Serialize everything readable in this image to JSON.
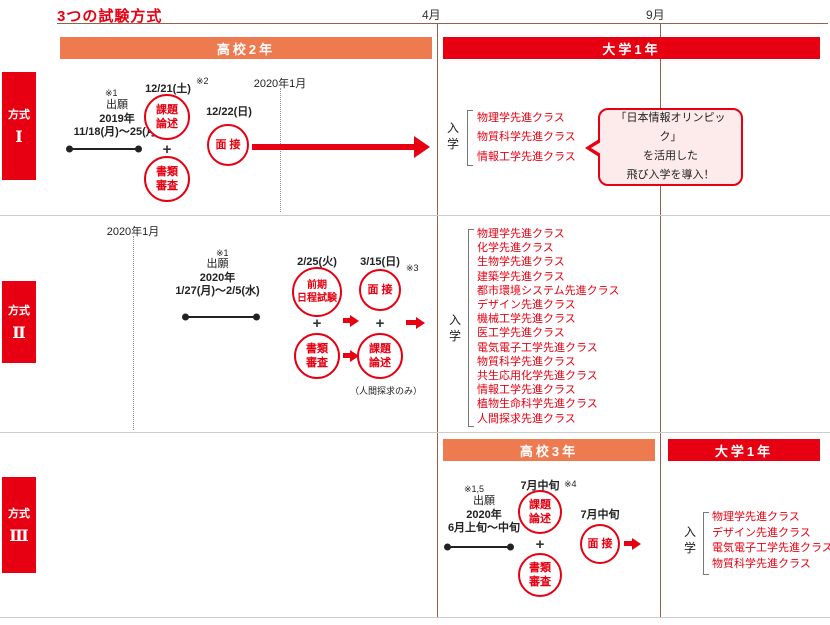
{
  "title": "3つの試験方式",
  "months": {
    "april": "4月",
    "september": "9月"
  },
  "bars": {
    "highschool2": "高校2年",
    "university1_top": "大学1年",
    "highschool3": "高校3年",
    "university1_bottom": "大学1年"
  },
  "colors": {
    "red": "#e60012",
    "orange": "#ee7a50",
    "callout_bg": "#fdeaea"
  },
  "method1": {
    "label": "方式",
    "numeral": "Ⅰ",
    "apply_note": "※1",
    "apply_label": "出願",
    "apply_year": "2019年",
    "apply_dates": "11/18(月)〜25(月)",
    "step1_date": "12/21(土)",
    "step1_note": "※2",
    "step1_circle": "課題\n論述",
    "plus": "+",
    "step2_circle": "書類\n審査",
    "step3_date": "12/22(日)",
    "step3_circle": "面 接",
    "jan_label": "2020年1月",
    "enroll": "入\n学",
    "classes": [
      "物理学先進クラス",
      "物質科学先進クラス",
      "情報工学先進クラス"
    ],
    "callout": "「日本情報オリンピック」\nを活用した\n飛び入学を導入！"
  },
  "method2": {
    "label": "方式",
    "numeral": "Ⅱ",
    "jan_label": "2020年1月",
    "apply_note": "※1",
    "apply_label": "出願",
    "apply_year": "2020年",
    "apply_dates": "1/27(月)〜2/5(水)",
    "step1_date": "2/25(火)",
    "step1_circle": "前期\n日程試験",
    "plus": "+",
    "step2_circle": "書類\n審査",
    "step3_date": "3/15(日)",
    "step3_note": "※3",
    "step3_circle": "面 接",
    "step4_circle": "課題\n論述",
    "step4_note": "（人間探求のみ）",
    "enroll": "入\n学",
    "classes": [
      "物理学先進クラス",
      "化学先進クラス",
      "生物学先進クラス",
      "建築学先進クラス",
      "都市環境システム先進クラス",
      "デザイン先進クラス",
      "機械工学先進クラス",
      "医工学先進クラス",
      "電気電子工学先進クラス",
      "物質科学先進クラス",
      "共生応用化学先進クラス",
      "情報工学先進クラス",
      "植物生命科学先進クラス",
      "人間探求先進クラス"
    ]
  },
  "method3": {
    "label": "方式",
    "numeral": "Ⅲ",
    "apply_note": "※1,5",
    "apply_label": "出願",
    "apply_year": "2020年",
    "apply_dates": "6月上旬〜中旬",
    "step1_date": "7月中旬",
    "step1_note": "※4",
    "step1_circle": "課題\n論述",
    "plus": "+",
    "step2_circle": "書類\n審査",
    "step3_date": "7月中旬",
    "step3_circle": "面 接",
    "enroll": "入\n学",
    "classes": [
      "物理学先進クラス",
      "デザイン先進クラス",
      "電気電子工学先進クラス",
      "物質科学先進クラス"
    ]
  }
}
